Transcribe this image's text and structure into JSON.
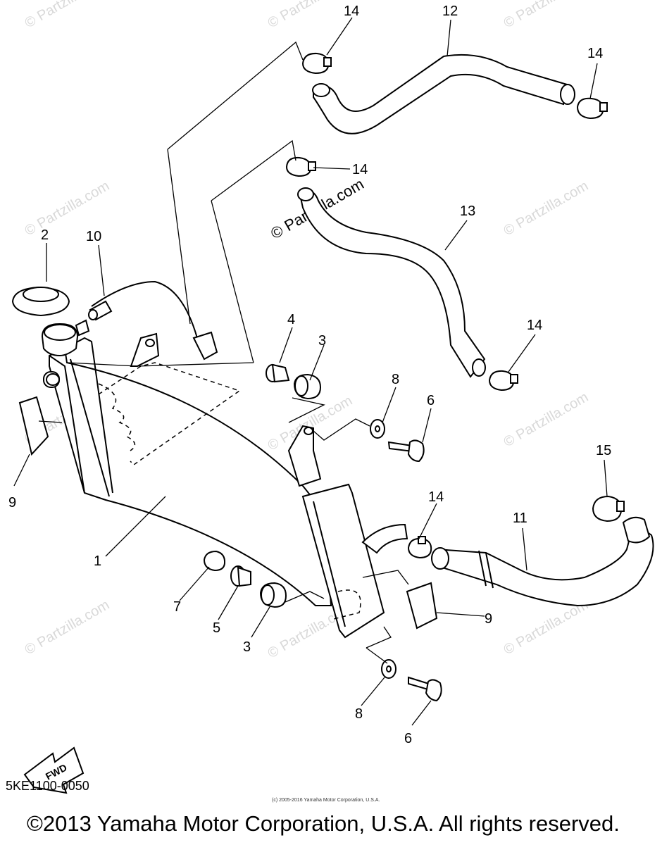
{
  "watermark": {
    "text": "© Partzilla.com",
    "text_overlay": "© Partzilla.com"
  },
  "callouts": [
    {
      "id": "1",
      "label": "1"
    },
    {
      "id": "2",
      "label": "2"
    },
    {
      "id": "3a",
      "label": "3"
    },
    {
      "id": "3b",
      "label": "3"
    },
    {
      "id": "4",
      "label": "4"
    },
    {
      "id": "5",
      "label": "5"
    },
    {
      "id": "6a",
      "label": "6"
    },
    {
      "id": "6b",
      "label": "6"
    },
    {
      "id": "7",
      "label": "7"
    },
    {
      "id": "8a",
      "label": "8"
    },
    {
      "id": "8b",
      "label": "8"
    },
    {
      "id": "9a",
      "label": "9"
    },
    {
      "id": "9b",
      "label": "9"
    },
    {
      "id": "10",
      "label": "10"
    },
    {
      "id": "11",
      "label": "11"
    },
    {
      "id": "12",
      "label": "12"
    },
    {
      "id": "13",
      "label": "13"
    },
    {
      "id": "14a",
      "label": "14"
    },
    {
      "id": "14b",
      "label": "14"
    },
    {
      "id": "14c",
      "label": "14"
    },
    {
      "id": "14d",
      "label": "14"
    },
    {
      "id": "14e",
      "label": "14"
    },
    {
      "id": "15",
      "label": "15"
    }
  ],
  "fwd_label": "FWD",
  "diagram_code": "5KE1100-0050",
  "small_copyright": "(c) 2005-2016 Yamaha Motor Corporation, U.S.A.",
  "footer_copyright": "©2013 Yamaha Motor Corporation, U.S.A. All rights reserved."
}
